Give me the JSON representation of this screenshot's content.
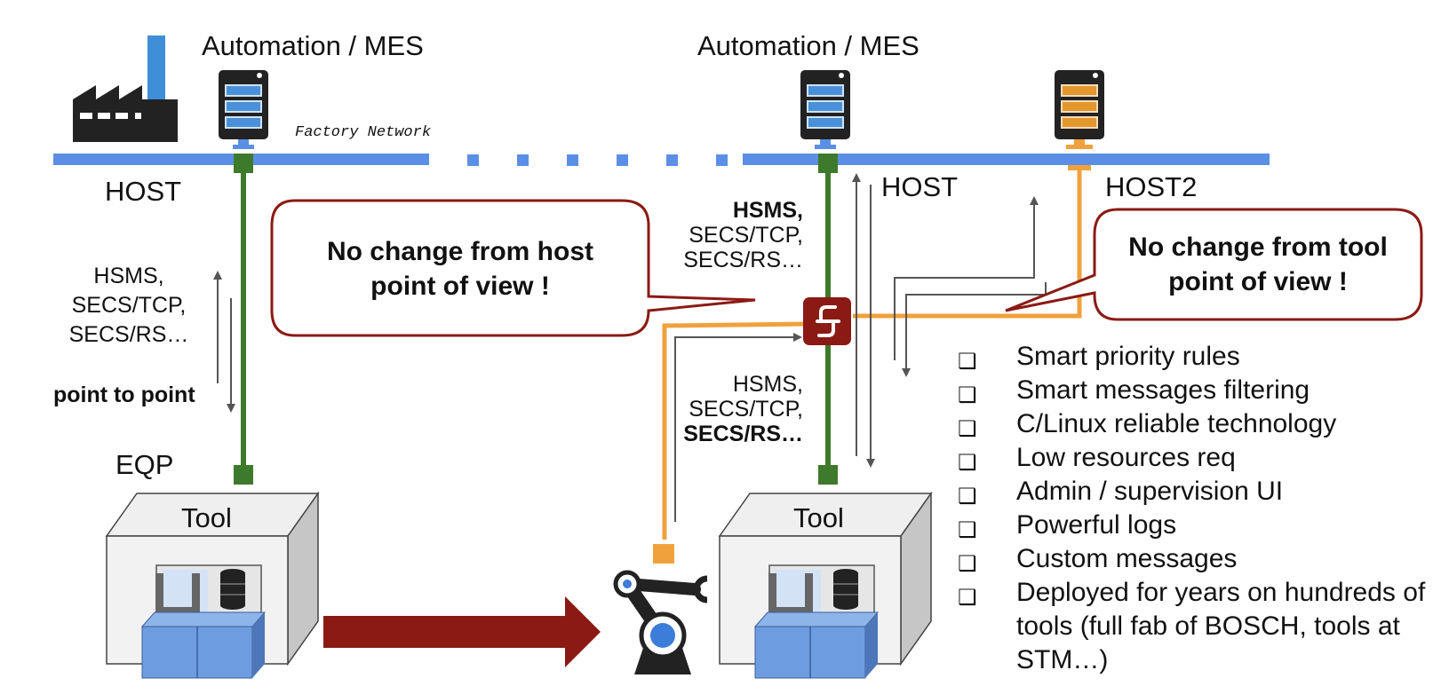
{
  "left": {
    "automation_label": "Automation / MES",
    "host_label": "HOST",
    "protocols": [
      "HSMS,",
      "SECS/TCP,",
      "SECS/RS…"
    ],
    "point_label": "point to point",
    "eqp_label": "EQP",
    "tool_label": "Tool"
  },
  "network": {
    "label": "Factory Network"
  },
  "right": {
    "automation_label": "Automation / MES",
    "host_label": "HOST",
    "host2_label": "HOST2",
    "protocols_top": [
      "HSMS,",
      "SECS/TCP,",
      "SECS/RS…"
    ],
    "protocols_bottom": [
      "HSMS,",
      "SECS/TCP,",
      "SECS/RS…"
    ],
    "tool_label": "Tool"
  },
  "bubbles": {
    "host": [
      "No change from host",
      "point of view !"
    ],
    "tool": [
      "No change from tool",
      "point of view !"
    ]
  },
  "features": [
    "Smart priority rules",
    "Smart messages filtering",
    "C/Linux reliable technology",
    "Low resources req",
    "Admin / supervision UI",
    "Powerful logs",
    "Custom messages",
    "Deployed for years on hundreds of tools (full fab of BOSCH, tools at STM…)"
  ],
  "colors": {
    "network_blue": "#5b8fe6",
    "link_green": "#3e7a2c",
    "host2_orange": "#f0a13c",
    "callout_red": "#8b1a14",
    "server_dark": "#222222"
  },
  "icons": [
    "factory-icon",
    "server-icon",
    "gateway-icon",
    "robot-arm-icon",
    "tool-machine-icon",
    "checkbox-icon"
  ]
}
